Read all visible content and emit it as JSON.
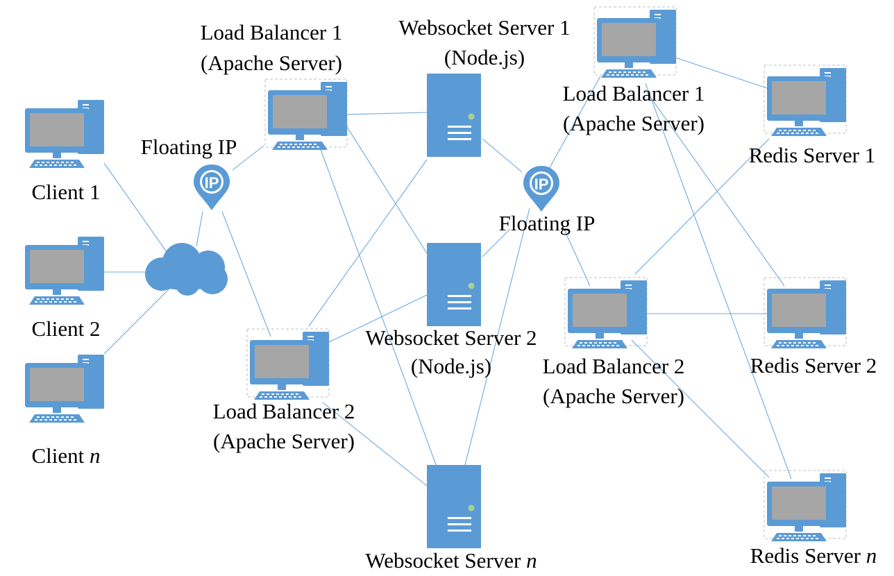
{
  "colors": {
    "accent": "#5b9bd5",
    "screen": "#a6a6a6",
    "line": "#6fa8dc",
    "led": "#a9d18e"
  },
  "labels": {
    "client_1": "Client 1",
    "client_2": "Client 2",
    "client_n": "Client",
    "client_n_var": "n",
    "floating_ip_left": "Floating IP",
    "floating_ip_right": "Floating IP",
    "ip_badge": "IP",
    "lb1_left_line1": "Load Balancer 1",
    "lb1_left_line2": "(Apache Server)",
    "lb2_left_line1": "Load Balancer 2",
    "lb2_left_line2": "(Apache Server)",
    "ws1_line1": "Websocket Server 1",
    "ws1_line2": "(Node.js)",
    "ws2_line1": "Websocket Server 2",
    "ws2_line2": "(Node.js)",
    "wsn": "Websocket Server",
    "wsn_var": "n",
    "lb1_right_line1": "Load Balancer 1",
    "lb1_right_line2": "(Apache Server)",
    "lb2_right_line1": "Load Balancer 2",
    "lb2_right_line2": "(Apache Server)",
    "redis_1": "Redis Server 1",
    "redis_2": "Redis Server 2",
    "redis_n": "Redis Server",
    "redis_n_var": "n"
  }
}
